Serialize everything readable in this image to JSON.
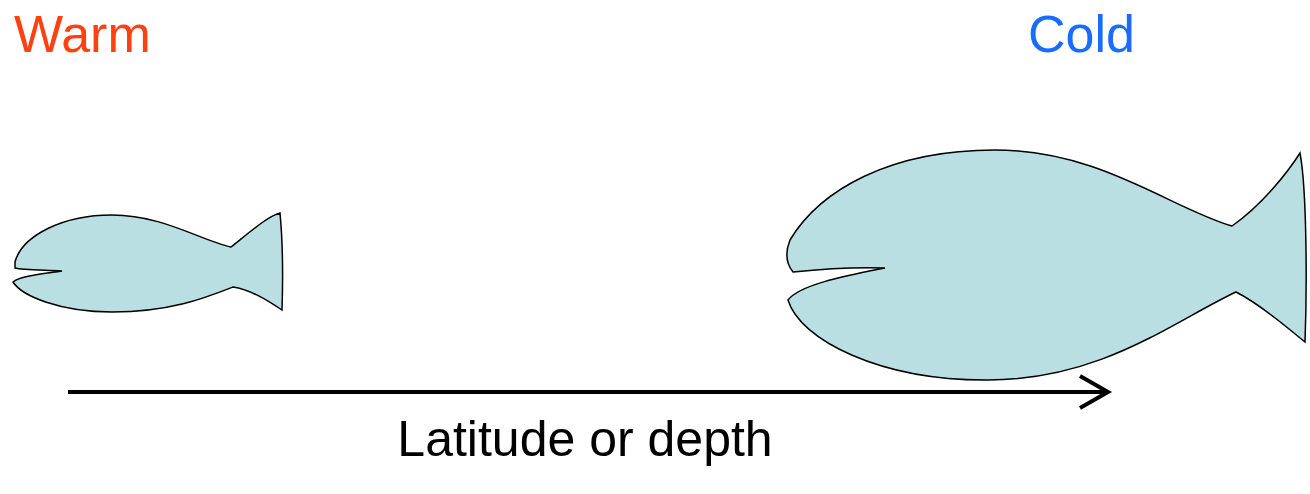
{
  "diagram": {
    "labels": [
      "Warm",
      "Cold",
      "Latitude or depth"
    ]
  }
}
